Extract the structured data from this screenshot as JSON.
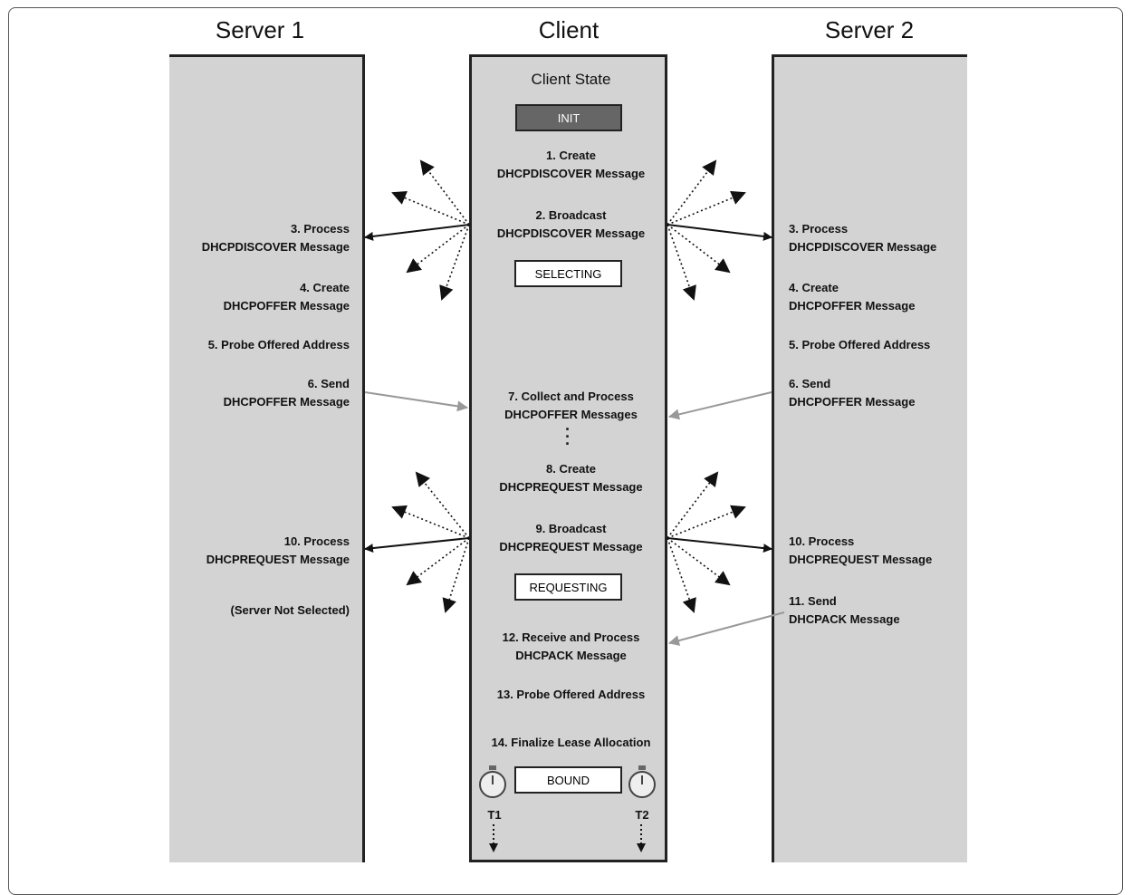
{
  "columns": {
    "server1": "Server 1",
    "client": "Client",
    "server2": "Server 2"
  },
  "client": {
    "state_heading": "Client State",
    "states": {
      "init": "INIT",
      "selecting": "SELECTING",
      "requesting": "REQUESTING",
      "bound": "BOUND"
    },
    "steps": {
      "s1": [
        "1. Create",
        "DHCPDISCOVER Message"
      ],
      "s2": [
        "2. Broadcast",
        "DHCPDISCOVER Message"
      ],
      "s7": [
        "7. Collect and Process",
        "DHCPOFFER Messages"
      ],
      "s8": [
        "8. Create",
        "DHCPREQUEST Message"
      ],
      "s9": [
        "9. Broadcast",
        "DHCPREQUEST Message"
      ],
      "s12": [
        "12. Receive and Process",
        "DHCPACK Message"
      ],
      "s13": "13. Probe Offered Address",
      "s14": "14. Finalize Lease Allocation"
    },
    "timers": {
      "t1": "T1",
      "t2": "T2"
    }
  },
  "server1": {
    "s3": [
      "3. Process",
      "DHCPDISCOVER Message"
    ],
    "s4": [
      "4. Create",
      "DHCPOFFER Message"
    ],
    "s5": "5. Probe Offered Address",
    "s6": [
      "6. Send",
      "DHCPOFFER Message"
    ],
    "s10": [
      "10. Process",
      "DHCPREQUEST Message"
    ],
    "note": "(Server Not Selected)"
  },
  "server2": {
    "s3": [
      "3. Process",
      "DHCPDISCOVER Message"
    ],
    "s4": [
      "4. Create",
      "DHCPOFFER Message"
    ],
    "s5": "5. Probe Offered Address",
    "s6": [
      "6. Send",
      "DHCPOFFER Message"
    ],
    "s10": [
      "10. Process",
      "DHCPREQUEST Message"
    ],
    "s11": [
      "11. Send",
      "DHCPACK Message"
    ]
  },
  "colors": {
    "lane": "#d3d3d3",
    "arrow_solid": "#111111",
    "arrow_gray": "#999999",
    "init_state": "#666666"
  }
}
